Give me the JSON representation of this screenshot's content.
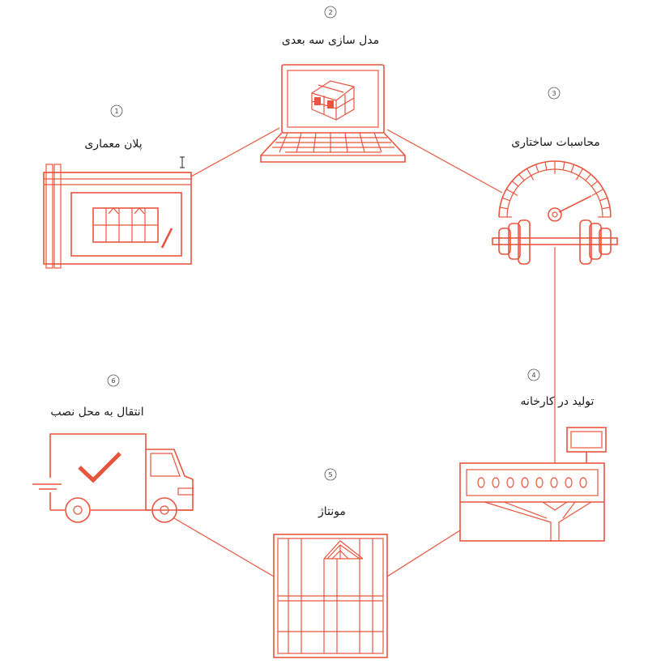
{
  "steps": [
    {
      "number": "1",
      "label": "پلان معماری",
      "icon": "blueprint-icon"
    },
    {
      "number": "2",
      "label": "مدل سازی سه بعدی",
      "icon": "laptop-3d-model-icon"
    },
    {
      "number": "3",
      "label": "محاسبات ساختاری",
      "icon": "gauge-barbell-icon"
    },
    {
      "number": "4",
      "label": "تولید در کارخانه",
      "icon": "factory-machine-icon"
    },
    {
      "number": "5",
      "label": "مونتاژ",
      "icon": "frame-assembly-icon"
    },
    {
      "number": "6",
      "label": "انتقال به محل نصب",
      "icon": "delivery-truck-icon"
    }
  ],
  "colors": {
    "accent": "#e8553e",
    "text": "#1a1a1a"
  }
}
